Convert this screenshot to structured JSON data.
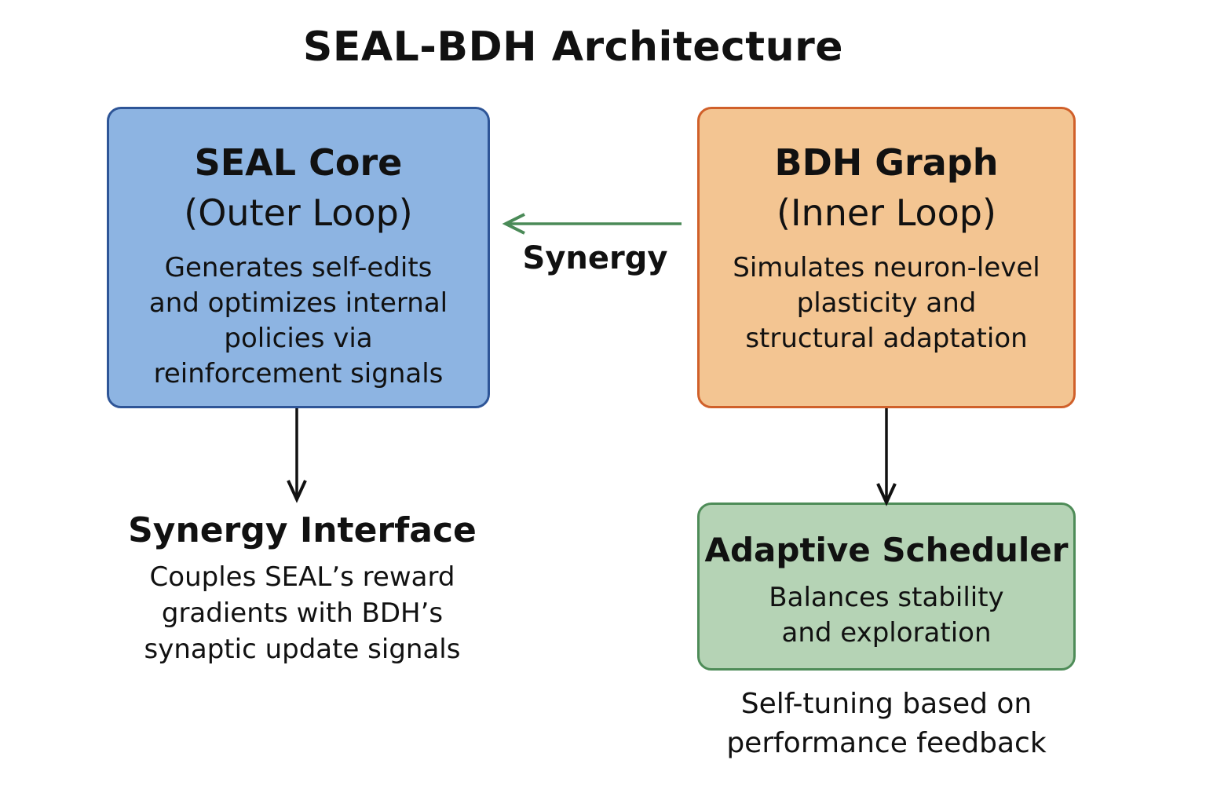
{
  "title": "SEAL-BDH Architecture",
  "colors": {
    "seal_fill": "#8db4e2",
    "seal_border": "#2e5597",
    "bdh_fill": "#f3c592",
    "bdh_border": "#d0602a",
    "scheduler_fill": "#b5d3b5",
    "scheduler_border": "#4e8c58",
    "synergy_arrow": "#4a8a57",
    "arrow": "#111111"
  },
  "seal_core": {
    "title_line1": "SEAL Core",
    "title_line2": "(Outer Loop)",
    "desc": [
      "Generates self-edits",
      "and optimizes internal",
      "policies via",
      "reinforcement signals"
    ]
  },
  "bdh_graph": {
    "title_line1": "BDH Graph",
    "title_line2": "(Inner Loop)",
    "desc": [
      "Simulates neuron-level",
      "plasticity and",
      "structural adaptation"
    ]
  },
  "synergy_label": "Synergy",
  "synergy_interface": {
    "title": "Synergy Interface",
    "desc": [
      "Couples SEAL’s reward",
      "gradients with BDH’s",
      "synaptic update signals"
    ]
  },
  "adaptive_scheduler": {
    "title": "Adaptive Scheduler",
    "desc": [
      "Balances stability",
      "and exploration"
    ]
  },
  "scheduler_note": [
    "Self-tuning based on",
    "performance feedback"
  ]
}
